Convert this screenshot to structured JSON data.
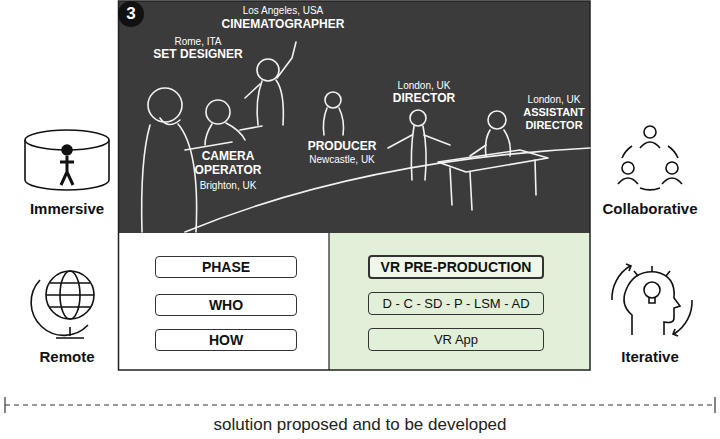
{
  "diagram": {
    "caption": "solution proposed and to be developed",
    "nodes": [
      {
        "text": [
          "3"
        ]
      },
      {
        "text": [
          "PHASE"
        ]
      },
      {
        "text": [
          "WHO"
        ]
      },
      {
        "text": [
          "HOW"
        ]
      },
      {
        "text": [
          "VR PRE-PRODUCTION"
        ]
      },
      {
        "text": [
          "D - C - SD - P - LSM - AD"
        ]
      },
      {
        "text": [
          "VR App"
        ]
      }
    ],
    "labels": [
      "Los Angeles, USA",
      "CINEMATOGRAPHER",
      "Rome, ITA",
      "SET DESIGNER",
      "London, UK",
      "DIRECTOR",
      "London, UK",
      "ASSISTANT DIRECTOR",
      "PRODUCER",
      "Newcastle, UK",
      "CAMERA OPERATOR",
      "Brighton, UK",
      "Immersive",
      "Collaborative",
      "Remote",
      "Iterative"
    ]
  }
}
